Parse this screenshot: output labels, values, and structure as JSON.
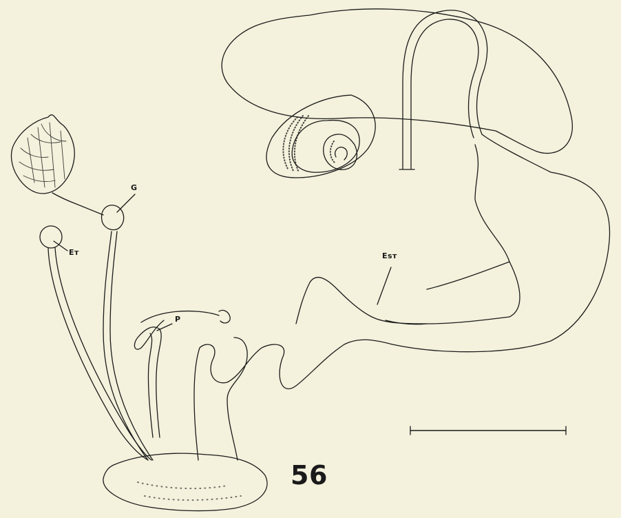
{
  "figure": {
    "number": "56",
    "labels": {
      "g": "G",
      "et": "Eт",
      "est": "Eѕт",
      "p": "P"
    },
    "colors": {
      "background": "#f4f1dc",
      "ink": "#1a1a1a"
    }
  }
}
